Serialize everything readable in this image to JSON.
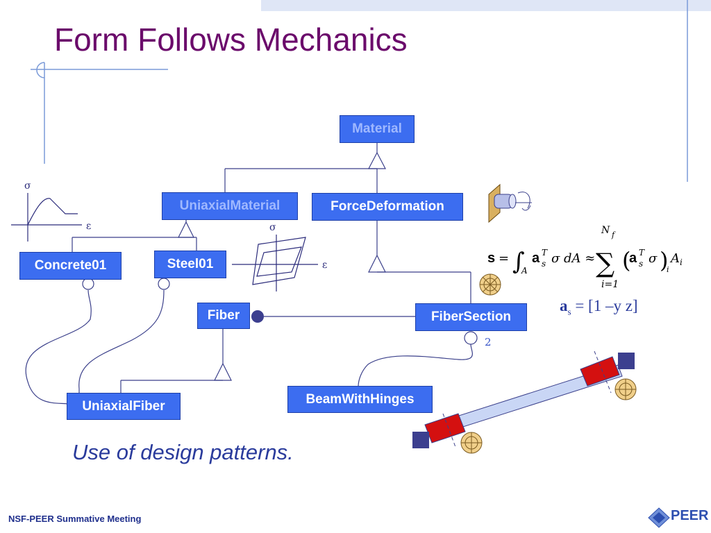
{
  "slide": {
    "title": "Form Follows Mechanics",
    "caption": "Use of design patterns.",
    "footer": "NSF-PEER Summative Meeting",
    "logo_text": "PEER"
  },
  "classes": {
    "material": "Material",
    "uniaxial_material": "UniaxialMaterial",
    "force_deformation": "ForceDeformation",
    "concrete01": "Concrete01",
    "steel01": "Steel01",
    "fiber": "Fiber",
    "fiber_section": "FiberSection",
    "uniaxial_fiber": "UniaxialFiber",
    "beam_with_hinges": "BeamWithHinges"
  },
  "annotations": {
    "sigma": "σ",
    "epsilon": "ε",
    "multiplicity": "2",
    "as_equation": "a",
    "as_sub": "s",
    "as_rhs": " = [1 –y  z]"
  },
  "colors": {
    "box_fill": "#3c6df0",
    "title": "#6b0a6b",
    "caption": "#2a3b9c",
    "hinge_red": "#d41010",
    "marker_navy": "#3c3f8f"
  }
}
